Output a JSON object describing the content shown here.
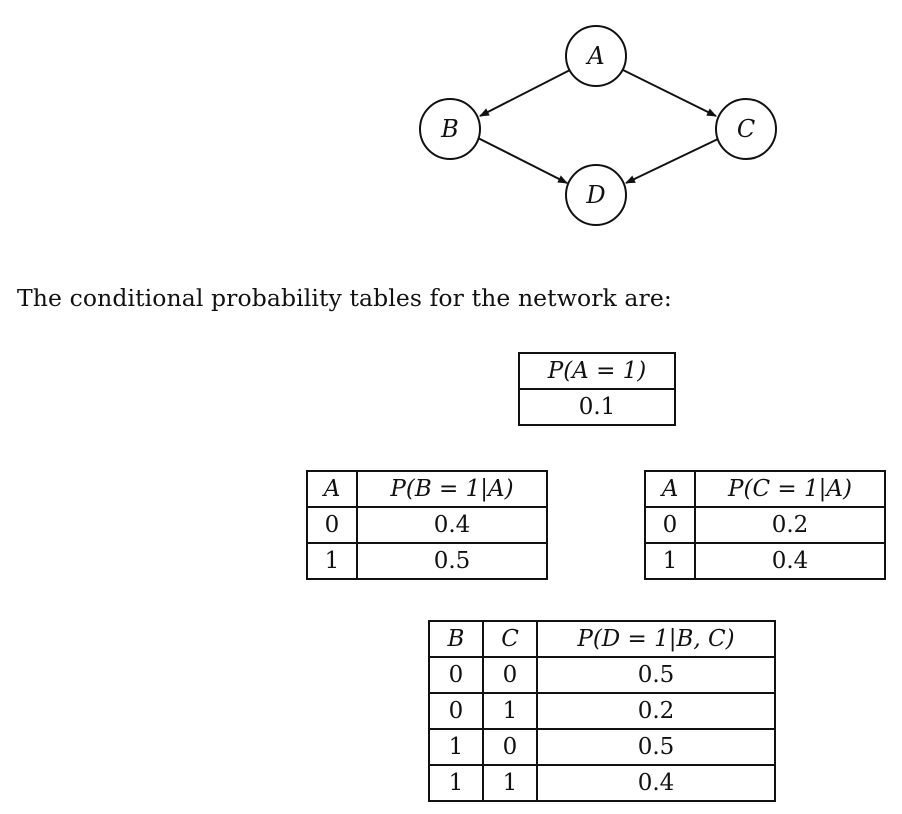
{
  "graph": {
    "nodes": [
      {
        "id": "A",
        "label": "A"
      },
      {
        "id": "B",
        "label": "B"
      },
      {
        "id": "C",
        "label": "C"
      },
      {
        "id": "D",
        "label": "D"
      }
    ],
    "edges": [
      {
        "from": "A",
        "to": "B"
      },
      {
        "from": "A",
        "to": "C"
      },
      {
        "from": "B",
        "to": "D"
      },
      {
        "from": "C",
        "to": "D"
      }
    ]
  },
  "intro_text": "The conditional probability tables for the network are:",
  "table_a": {
    "header": "P(A = 1)",
    "value": "0.1"
  },
  "table_b": {
    "headers": [
      "A",
      "P(B = 1|A)"
    ],
    "rows": [
      [
        "0",
        "0.4"
      ],
      [
        "1",
        "0.5"
      ]
    ]
  },
  "table_c": {
    "headers": [
      "A",
      "P(C = 1|A)"
    ],
    "rows": [
      [
        "0",
        "0.2"
      ],
      [
        "1",
        "0.4"
      ]
    ]
  },
  "table_d": {
    "headers": [
      "B",
      "C",
      "P(D = 1|B, C)"
    ],
    "rows": [
      [
        "0",
        "0",
        "0.5"
      ],
      [
        "0",
        "1",
        "0.2"
      ],
      [
        "1",
        "0",
        "0.5"
      ],
      [
        "1",
        "1",
        "0.4"
      ]
    ]
  }
}
